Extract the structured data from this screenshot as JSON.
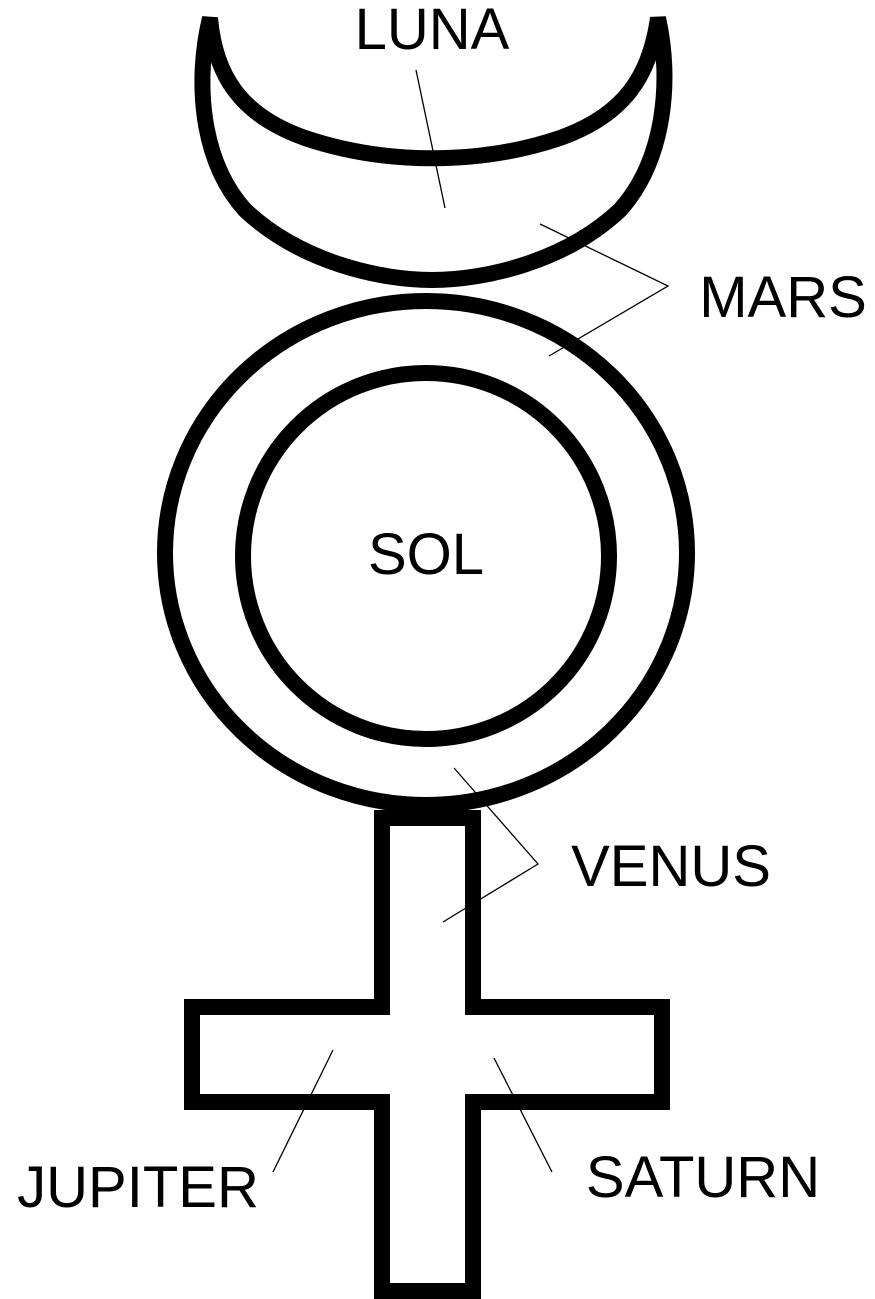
{
  "diagram": {
    "labels": {
      "luna": "LUNA",
      "mars": "MARS",
      "sol": "SOL",
      "venus": "VENUS",
      "jupiter": "JUPITER",
      "saturn": "SATURN"
    }
  }
}
